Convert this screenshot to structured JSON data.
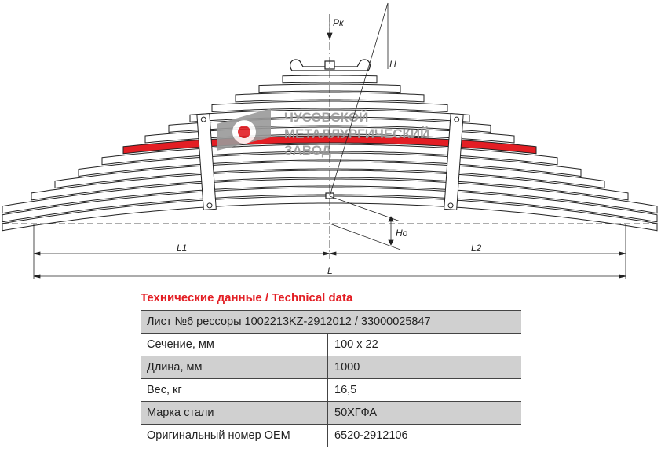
{
  "drawing": {
    "labels": {
      "force": "Pк",
      "height": "H",
      "height0": "Ho",
      "l1": "L1",
      "l2": "L2",
      "length": "L"
    },
    "logo_text": [
      "ЧУСОВСКОЙ",
      "МЕТАЛЛУРГИЧЕСКИЙ",
      "ЗАВОД"
    ],
    "colors": {
      "highlight_leaf": "#e31e24",
      "logo": "#9a9a9a"
    }
  },
  "table": {
    "title": "Технические данные / Technical data",
    "header": "Лист №6 рессоры 1002213KZ-2912012 / 33000025847",
    "rows": [
      {
        "key": "Сечение, мм",
        "value": "100 x 22"
      },
      {
        "key": "Длина, мм",
        "value": "1000"
      },
      {
        "key": "Вес, кг",
        "value": "16,5"
      },
      {
        "key": "Марка стали",
        "value": "50ХГФА"
      },
      {
        "key": "Оригинальный номер OEM",
        "value": "6520-2912106"
      }
    ]
  }
}
